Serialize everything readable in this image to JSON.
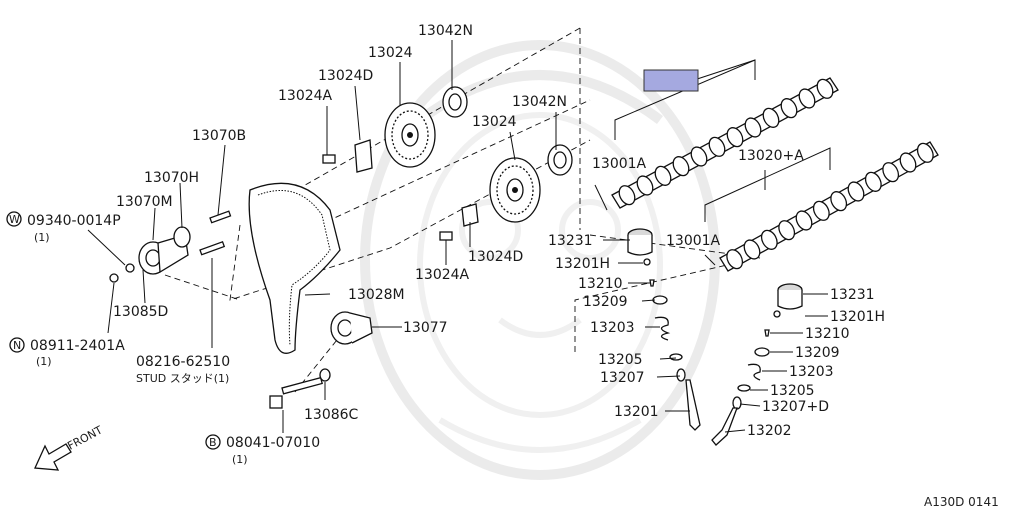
{
  "diagram": {
    "ref_code": "A130D 0141",
    "front_label": "FRONT",
    "highlight_color": "#a5a9e0",
    "labels": {
      "p13042N_a": "13042N",
      "p13024_a": "13024",
      "p13024D_a": "13024D",
      "p13024A_a": "13024A",
      "p13070B": "13070B",
      "p13042N_b": "13042N",
      "p13024_b": "13024",
      "p13001A_a": "13001A",
      "p13020A": "13020+A",
      "p13070H": "13070H",
      "p13070M": "13070M",
      "p09340": "09340-0014P",
      "p09340_qty": "(1)",
      "p13231_a": "13231",
      "p13001A_b": "13001A",
      "p13024D_b": "13024D",
      "p13201H_a": "13201H",
      "p13024A_b": "13024A",
      "p13210_a": "13210",
      "p13209_a": "13209",
      "p13028M": "13028M",
      "p13231_b": "13231",
      "p13085D": "13085D",
      "p13201H_b": "13201H",
      "p13203_a": "13203",
      "p13077": "13077",
      "p13210_b": "13210",
      "p08911": "08911-2401A",
      "p08911_qty": "(1)",
      "p13209_b": "13209",
      "p08216": "08216-62510",
      "p08216_note": "STUD スタッド(1)",
      "p13205_a": "13205",
      "p13203_b": "13203",
      "p13207_a": "13207",
      "p13205_b": "13205",
      "p13086C": "13086C",
      "p13201": "13201",
      "p13207D": "13207+D",
      "p13202": "13202",
      "p08041": "08041-07010",
      "p08041_qty": "(1)"
    },
    "circled_prefixes": {
      "washer": "W",
      "nut": "N",
      "bolt": "B"
    }
  }
}
